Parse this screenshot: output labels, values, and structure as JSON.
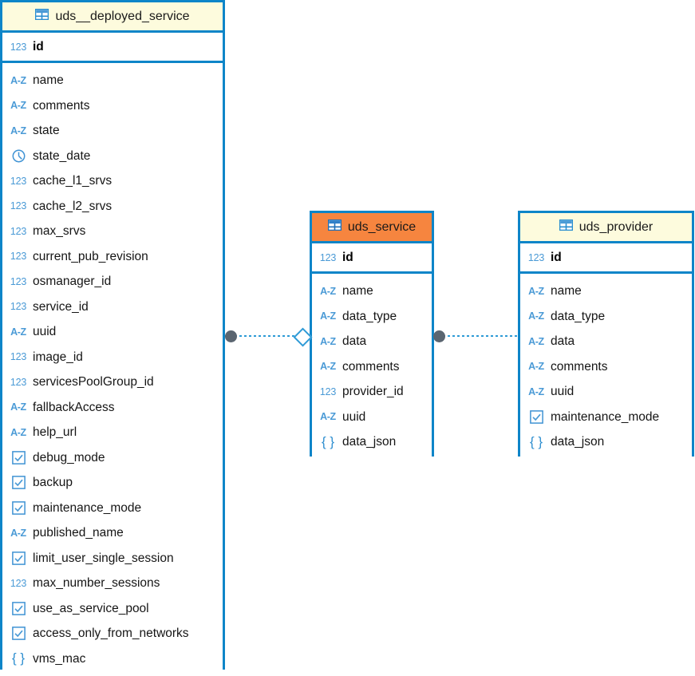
{
  "canvas": {
    "background": "#ffffff",
    "border_color": "#0e85c8",
    "accent_cream": "#fdfbdd",
    "accent_orange": "#f6853f",
    "icon_blue": "#4a9ad6",
    "connector_blue": "#2e9ad6",
    "connector_dot": "#5a6570"
  },
  "entities": [
    {
      "name": "uds__deployed_service",
      "header_theme": "cream",
      "table_icon": "table-icon",
      "primary_key": {
        "label": "id",
        "type_icon": "number-icon"
      },
      "fields": [
        {
          "label": "name",
          "type_icon": "text-icon"
        },
        {
          "label": "comments",
          "type_icon": "text-icon"
        },
        {
          "label": "state",
          "type_icon": "text-icon"
        },
        {
          "label": "state_date",
          "type_icon": "datetime-icon"
        },
        {
          "label": "cache_l1_srvs",
          "type_icon": "number-icon"
        },
        {
          "label": "cache_l2_srvs",
          "type_icon": "number-icon"
        },
        {
          "label": "max_srvs",
          "type_icon": "number-icon"
        },
        {
          "label": "current_pub_revision",
          "type_icon": "number-icon"
        },
        {
          "label": "osmanager_id",
          "type_icon": "number-icon"
        },
        {
          "label": "service_id",
          "type_icon": "number-icon"
        },
        {
          "label": "uuid",
          "type_icon": "text-icon"
        },
        {
          "label": "image_id",
          "type_icon": "number-icon"
        },
        {
          "label": "servicesPoolGroup_id",
          "type_icon": "number-icon"
        },
        {
          "label": "fallbackAccess",
          "type_icon": "text-icon"
        },
        {
          "label": "help_url",
          "type_icon": "text-icon"
        },
        {
          "label": "debug_mode",
          "type_icon": "boolean-icon"
        },
        {
          "label": "backup",
          "type_icon": "boolean-icon"
        },
        {
          "label": "maintenance_mode",
          "type_icon": "boolean-icon"
        },
        {
          "label": "published_name",
          "type_icon": "text-icon"
        },
        {
          "label": "limit_user_single_session",
          "type_icon": "boolean-icon"
        },
        {
          "label": "max_number_sessions",
          "type_icon": "number-icon"
        },
        {
          "label": "use_as_service_pool",
          "type_icon": "boolean-icon"
        },
        {
          "label": "access_only_from_networks",
          "type_icon": "boolean-icon"
        },
        {
          "label": "vms_mac",
          "type_icon": "json-icon"
        }
      ]
    },
    {
      "name": "uds_service",
      "header_theme": "orange",
      "table_icon": "table-icon",
      "primary_key": {
        "label": "id",
        "type_icon": "number-icon"
      },
      "fields": [
        {
          "label": "name",
          "type_icon": "text-icon"
        },
        {
          "label": "data_type",
          "type_icon": "text-icon"
        },
        {
          "label": "data",
          "type_icon": "text-icon"
        },
        {
          "label": "comments",
          "type_icon": "text-icon"
        },
        {
          "label": "provider_id",
          "type_icon": "number-icon"
        },
        {
          "label": "uuid",
          "type_icon": "text-icon"
        },
        {
          "label": "data_json",
          "type_icon": "json-icon"
        }
      ]
    },
    {
      "name": "uds_provider",
      "header_theme": "cream",
      "table_icon": "table-icon",
      "primary_key": {
        "label": "id",
        "type_icon": "number-icon"
      },
      "fields": [
        {
          "label": "name",
          "type_icon": "text-icon"
        },
        {
          "label": "data_type",
          "type_icon": "text-icon"
        },
        {
          "label": "data",
          "type_icon": "text-icon"
        },
        {
          "label": "comments",
          "type_icon": "text-icon"
        },
        {
          "label": "uuid",
          "type_icon": "text-icon"
        },
        {
          "label": "maintenance_mode",
          "type_icon": "boolean-icon"
        },
        {
          "label": "data_json",
          "type_icon": "json-icon"
        }
      ]
    }
  ],
  "relationships": [
    {
      "from": "uds__deployed_service",
      "to": "uds_service",
      "left_marker": "filled-circle",
      "right_marker": "open-diamond",
      "style": "dotted"
    },
    {
      "from": "uds_service",
      "to": "uds_provider",
      "left_marker": "filled-circle",
      "right_marker": "none",
      "style": "dotted"
    }
  ]
}
